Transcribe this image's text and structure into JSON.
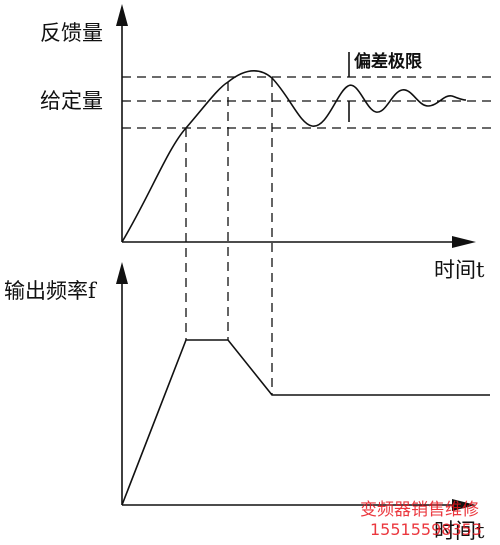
{
  "top_chart": {
    "y_label": "反馈量",
    "setpoint_label": "给定量",
    "deviation_label": "偏差极限",
    "x_label": "时间t"
  },
  "bottom_chart": {
    "y_label": "输出频率f",
    "x_label": "时间t"
  },
  "watermark": {
    "line1": "变频器销售维修",
    "line2": "15515598353",
    "color": "#e8141c"
  },
  "colors": {
    "ink": "#111111",
    "background": "#ffffff"
  }
}
